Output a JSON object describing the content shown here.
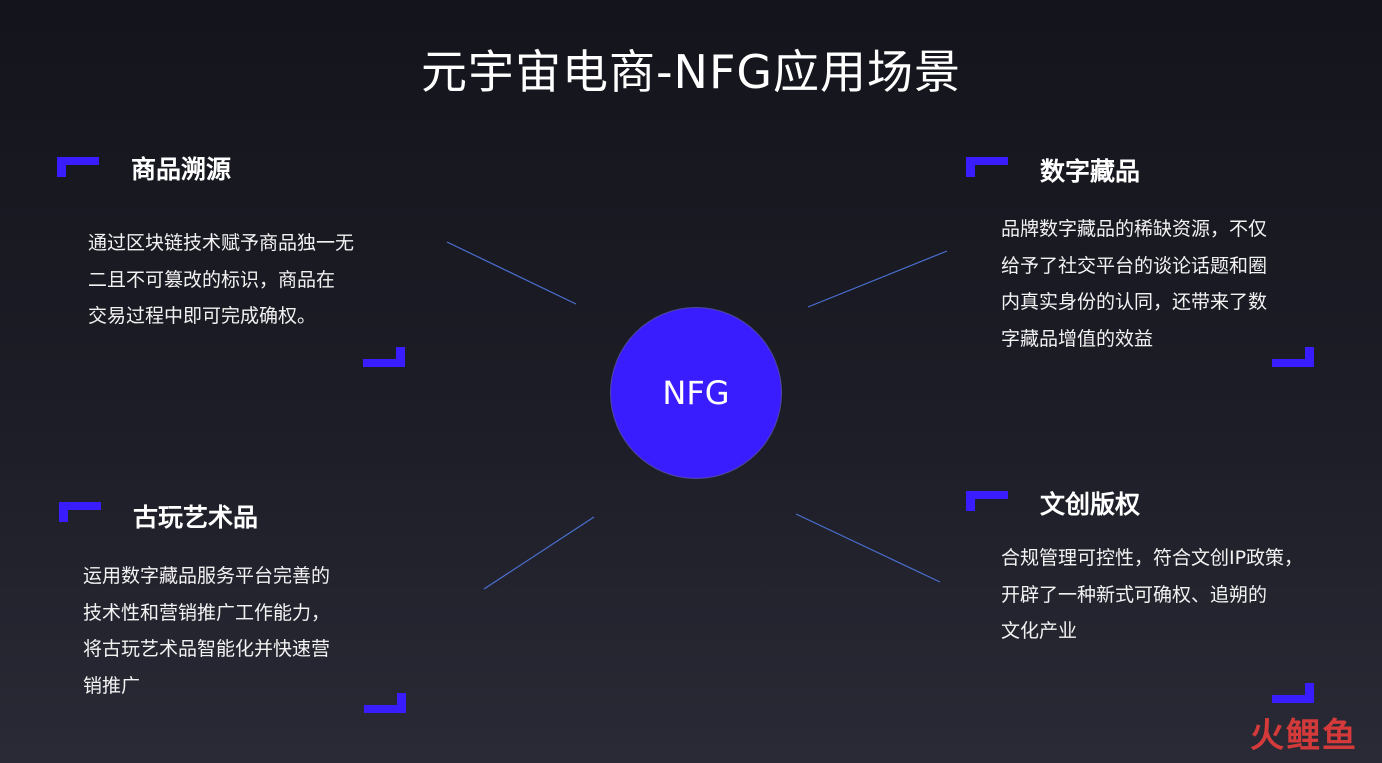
{
  "title": "元宇宙电商-NFG应用场景",
  "center": {
    "label": "NFG"
  },
  "cards": [
    {
      "title": "商品溯源",
      "lines": [
        "通过区块链技术赋予商品独一无",
        "二且不可篡改的标识，商品在",
        "交易过程中即可完成确权。"
      ]
    },
    {
      "title": "数字藏品",
      "lines": [
        "品牌数字藏品的稀缺资源，不仅",
        "给予了社交平台的谈论话题和圈",
        "内真实身份的认同，还带来了数",
        "字藏品增值的效益"
      ]
    },
    {
      "title": "古玩艺术品",
      "lines": [
        "运用数字藏品服务平台完善的",
        "技术性和营销推广工作能力，",
        "将古玩艺术品智能化并快速营",
        "销推广"
      ]
    },
    {
      "title": "文创版权",
      "lines": [
        "合规管理可控性，符合文创IP政策，",
        "开辟了一种新式可确权、追朔的",
        "文化产业"
      ]
    }
  ],
  "colors": {
    "accent": "#3a1dff",
    "connector": "#4a6fd0",
    "background": "#1b1b24",
    "watermark": "#d43a3a"
  },
  "watermark": {
    "chars": [
      "火",
      "鲤",
      "鱼"
    ]
  }
}
